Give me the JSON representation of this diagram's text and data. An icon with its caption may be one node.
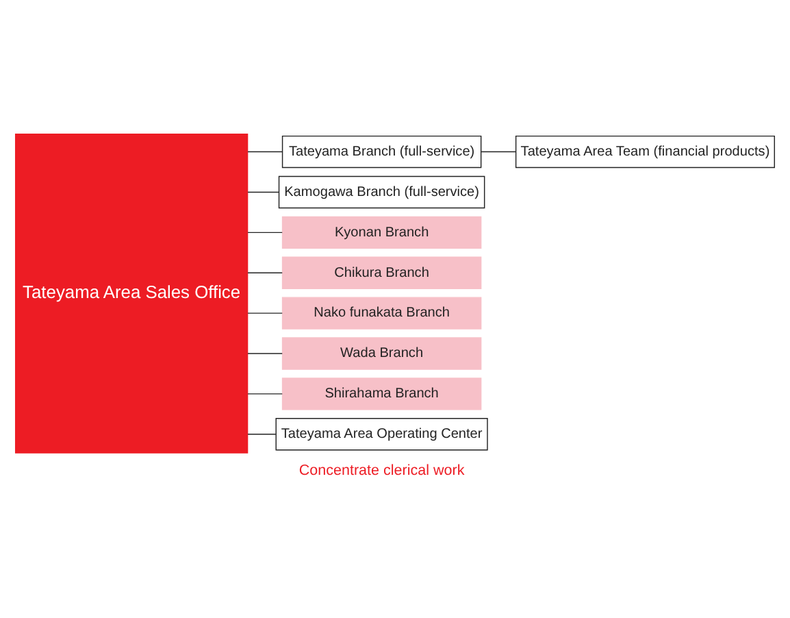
{
  "diagram": {
    "nodes": [
      {
        "text": [
          "Tateyama Area Sales Office"
        ]
      },
      {
        "text": [
          "Tateyama Branch (full-service)"
        ]
      },
      {
        "text": [
          "Tateyama Area Team (financial products)"
        ]
      },
      {
        "text": [
          "Kamogawa Branch (full-service)"
        ]
      },
      {
        "text": [
          "Kyonan Branch"
        ]
      },
      {
        "text": [
          "Chikura Branch"
        ]
      },
      {
        "text": [
          "Nako funakata Branch"
        ]
      },
      {
        "text": [
          "Wada Branch"
        ]
      },
      {
        "text": [
          "Shirahama Branch"
        ]
      },
      {
        "text": [
          "Tateyama Area Operating Center"
        ],
        "beside": [
          "Concentrate clerical work"
        ]
      }
    ],
    "edges": [
      {
        "from": 0,
        "to": 1,
        "arrow": "none"
      },
      {
        "from": 1,
        "to": 2,
        "arrow": "none"
      },
      {
        "from": 0,
        "to": 3,
        "arrow": "none"
      },
      {
        "from": 0,
        "to": 4,
        "arrow": "none"
      },
      {
        "from": 0,
        "to": 5,
        "arrow": "none"
      },
      {
        "from": 0,
        "to": 6,
        "arrow": "none"
      },
      {
        "from": 0,
        "to": 7,
        "arrow": "none"
      },
      {
        "from": 0,
        "to": 8,
        "arrow": "none"
      },
      {
        "from": 0,
        "to": 9,
        "arrow": "none"
      }
    ]
  }
}
